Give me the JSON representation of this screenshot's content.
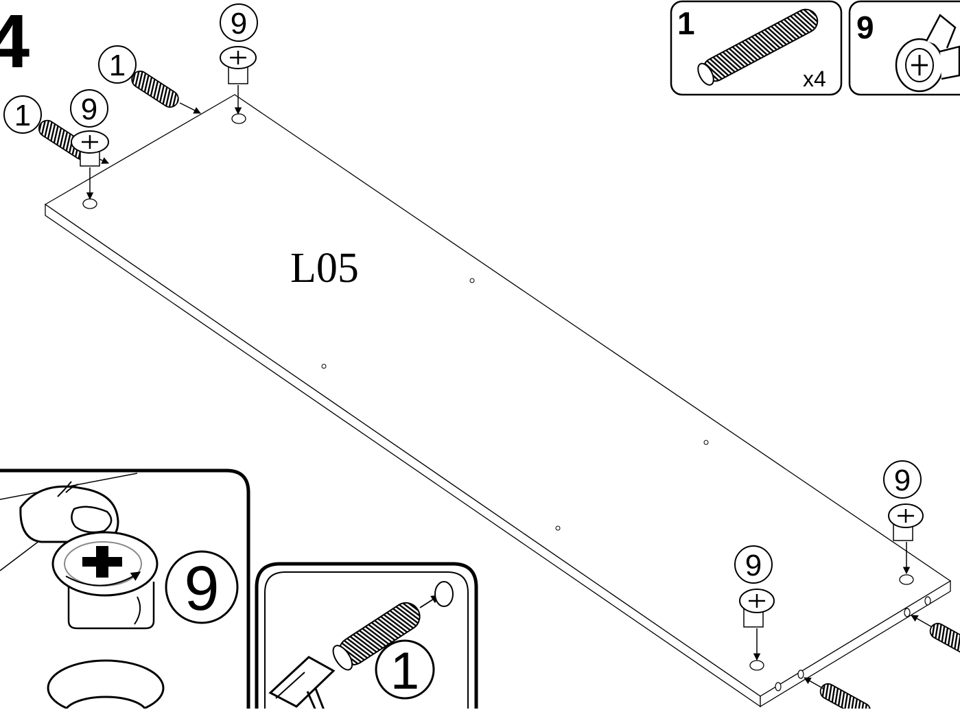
{
  "step": {
    "number": "4"
  },
  "panel": {
    "label": "L05"
  },
  "parts": [
    {
      "number": "1",
      "quantity": "x4",
      "icon": "dowel-icon"
    },
    {
      "number": "9",
      "quantity": "",
      "icon": "cam-lock-icon"
    }
  ],
  "callouts": {
    "dowel": "1",
    "cam": "9"
  },
  "details": {
    "cam_insert": {
      "part": "9",
      "icon": "finger-press-icon"
    },
    "dowel_hammer": {
      "part": "1",
      "icon": "hammer-icon"
    }
  },
  "colors": {
    "ink": "#000000",
    "paper": "#ffffff",
    "shade": "#d8d8d8"
  }
}
